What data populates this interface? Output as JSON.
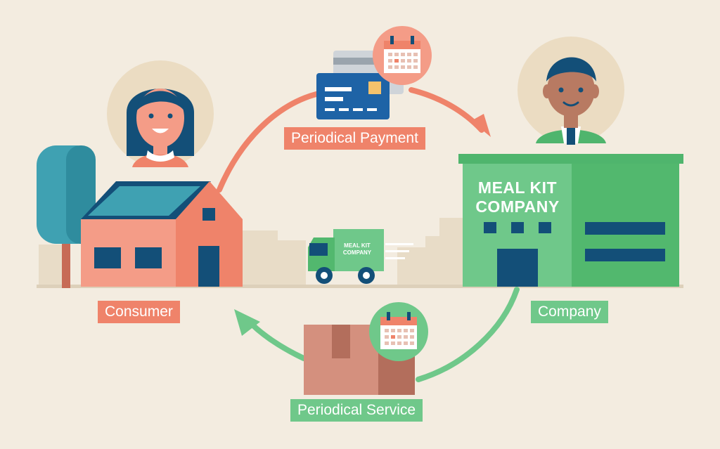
{
  "labels": {
    "payment": "Periodical Payment",
    "consumer": "Consumer",
    "company": "Company",
    "service": "Periodical Service"
  },
  "building_sign": {
    "line1": "MEAL KIT",
    "line2": "COMPANY"
  },
  "truck_sign": {
    "line1": "MEAL KIT",
    "line2": "COMPANY"
  },
  "colors": {
    "background": "#f3ece0",
    "coral": "#ef836a",
    "green": "#6fc88a",
    "navy": "#134f78",
    "teal": "#3fa1b2"
  },
  "icons": [
    "consumer-avatar",
    "company-avatar",
    "house",
    "tree",
    "company-building",
    "delivery-truck",
    "credit-card",
    "calendar-icon",
    "package-box"
  ]
}
